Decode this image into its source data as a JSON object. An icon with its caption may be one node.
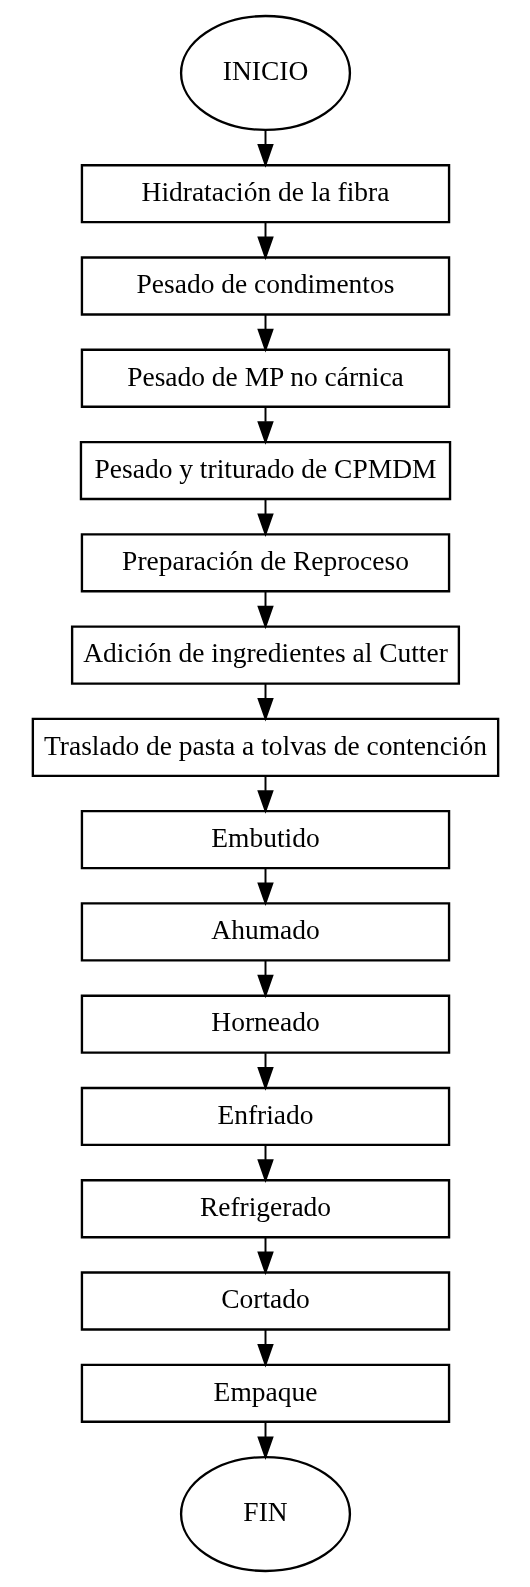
{
  "diagram": {
    "nodes": [
      {
        "text": [
          "INICIO"
        ]
      },
      {
        "text": [
          "Hidratación de la fibra"
        ]
      },
      {
        "text": [
          "Pesado de condimentos"
        ]
      },
      {
        "text": [
          "Pesado de MP no cárnica"
        ]
      },
      {
        "text": [
          "Pesado y triturado de CPMDM"
        ]
      },
      {
        "text": [
          "Preparación de Reproceso"
        ]
      },
      {
        "text": [
          "Adición de ingredientes al Cutter"
        ]
      },
      {
        "text": [
          "Traslado de pasta a tolvas de contención"
        ]
      },
      {
        "text": [
          "Embutido"
        ]
      },
      {
        "text": [
          "Ahumado"
        ]
      },
      {
        "text": [
          "Horneado"
        ]
      },
      {
        "text": [
          "Enfriado"
        ]
      },
      {
        "text": [
          "Refrigerado"
        ]
      },
      {
        "text": [
          "Cortado"
        ]
      },
      {
        "text": [
          "Empaque"
        ]
      },
      {
        "text": [
          "FIN"
        ]
      }
    ],
    "edges": [
      {
        "from": 0,
        "to": 1,
        "arrow": "to"
      },
      {
        "from": 1,
        "to": 2,
        "arrow": "to"
      },
      {
        "from": 2,
        "to": 3,
        "arrow": "to"
      },
      {
        "from": 3,
        "to": 4,
        "arrow": "to"
      },
      {
        "from": 4,
        "to": 5,
        "arrow": "to"
      },
      {
        "from": 5,
        "to": 6,
        "arrow": "to"
      },
      {
        "from": 6,
        "to": 7,
        "arrow": "to"
      },
      {
        "from": 7,
        "to": 8,
        "arrow": "to"
      },
      {
        "from": 8,
        "to": 9,
        "arrow": "to"
      },
      {
        "from": 9,
        "to": 10,
        "arrow": "to"
      },
      {
        "from": 10,
        "to": 11,
        "arrow": "to"
      },
      {
        "from": 11,
        "to": 12,
        "arrow": "to"
      },
      {
        "from": 12,
        "to": 13,
        "arrow": "to"
      },
      {
        "from": 13,
        "to": 14,
        "arrow": "to"
      },
      {
        "from": 14,
        "to": 15,
        "arrow": "to"
      }
    ]
  }
}
